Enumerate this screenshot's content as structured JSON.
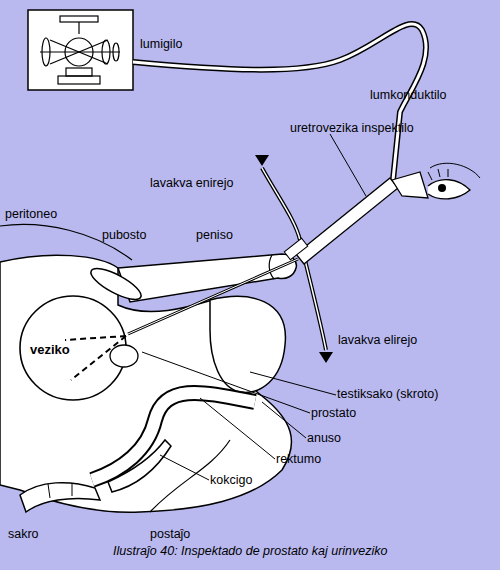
{
  "diagram": {
    "caption": "Ilustraĵo 40: Inspektado de prostato kaj urinveziko",
    "nodes": [
      {
        "text": [
          "veziko"
        ]
      }
    ],
    "labels": [
      "lumigilo",
      "lumkonduktilo",
      "uretrovezika inspektilo",
      "lavakva enirejo",
      "peritoneo",
      "pubosto",
      "peniso",
      "lavakva elirejo",
      "testiksako (skroto)",
      "prostato",
      "anuso",
      "rektumo",
      "kokcigo",
      "sakro",
      "postaĵo"
    ]
  }
}
